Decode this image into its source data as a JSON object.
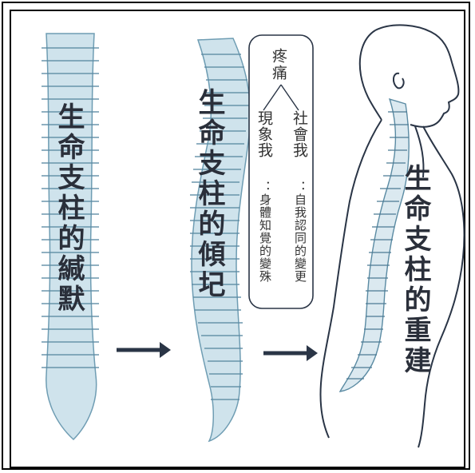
{
  "titles": {
    "silence": "生命支柱的緘默",
    "tilt": "生命支柱的傾圮",
    "rebuild": "生命支柱的重建"
  },
  "diagram": {
    "pain": "疼痛",
    "phenomenal_self": "現象我",
    "phenomenal_sub": "：身體知覺的變殊",
    "social_self": "社會我",
    "social_sub": "：自我認同的變更"
  },
  "colors": {
    "spine": "#9fc3d4",
    "spine_dark": "#4b7a93",
    "ink": "#2a3546"
  }
}
